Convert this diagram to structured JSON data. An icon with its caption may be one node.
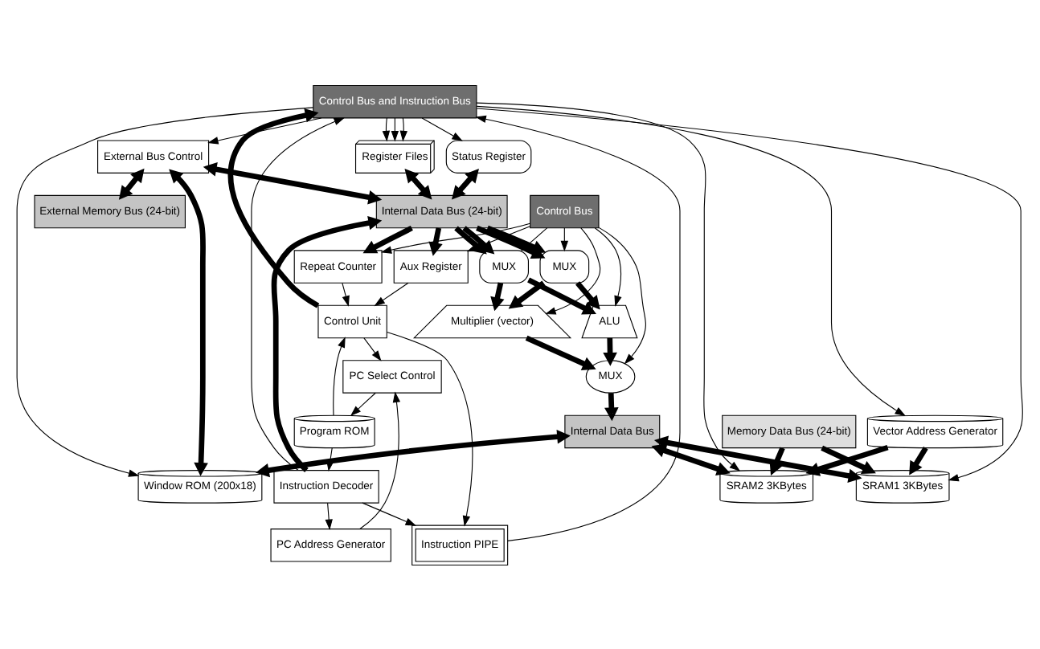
{
  "diagram": {
    "nodes": [
      {
        "text": [
          "External Memory Bus (24-bit)"
        ]
      },
      {
        "text": [
          "Control Bus and Instruction Bus"
        ]
      },
      {
        "text": [
          "Program ROM"
        ]
      },
      {
        "text": [
          "Control Unit"
        ]
      },
      {
        "text": [
          "Register Files"
        ]
      },
      {
        "text": [
          "Status Register"
        ]
      },
      {
        "text": [
          "External Bus Control"
        ]
      },
      {
        "text": [
          "Window ROM (200x18)"
        ]
      },
      {
        "text": [
          "Internal Data Bus (24-bit)"
        ]
      },
      {
        "text": [
          "PC Select Control"
        ]
      },
      {
        "text": [
          "Instruction PIPE"
        ]
      },
      {
        "text": [
          "MUX"
        ]
      },
      {
        "text": [
          "Multiplier (vector)"
        ]
      },
      {
        "text": [
          "MUX"
        ]
      },
      {
        "text": [
          "Internal Data Bus"
        ]
      },
      {
        "text": [
          "Memory Data Bus (24-bit)"
        ]
      },
      {
        "text": [
          "SRAM2 3KBytes"
        ]
      },
      {
        "text": [
          "Vector Address Generator"
        ]
      },
      {
        "text": [
          "PC Address Generator"
        ]
      },
      {
        "text": [
          "Instruction Decoder"
        ]
      },
      {
        "text": [
          "MUX"
        ]
      },
      {
        "text": [
          "ALU"
        ]
      },
      {
        "text": [
          "SRAM1 3KBytes"
        ]
      },
      {
        "text": [
          "Aux Register"
        ]
      },
      {
        "text": [
          "Repeat Counter"
        ]
      },
      {
        "text": [
          "Control Bus"
        ]
      }
    ],
    "edges": [
      {
        "from": 3,
        "to": 1,
        "arrow": "to",
        "style": "thick"
      },
      {
        "from": 2,
        "to": 3,
        "arrow": "to"
      },
      {
        "from": 2,
        "to": 19,
        "arrow": "to"
      },
      {
        "from": 3,
        "to": 9,
        "arrow": "to"
      },
      {
        "from": 3,
        "to": 10,
        "arrow": "to"
      },
      {
        "from": 9,
        "to": 2,
        "arrow": "to"
      },
      {
        "from": 18,
        "to": 9,
        "arrow": "to"
      },
      {
        "from": 19,
        "to": 18,
        "arrow": "to"
      },
      {
        "from": 19,
        "to": 10,
        "arrow": "to"
      },
      {
        "from": 23,
        "to": 3,
        "arrow": "to"
      },
      {
        "from": 24,
        "to": 3,
        "arrow": "to"
      },
      {
        "from": 10,
        "to": 1,
        "arrow": "to"
      },
      {
        "from": 19,
        "to": 1,
        "arrow": "to"
      },
      {
        "from": 19,
        "to": 8,
        "arrow": "to",
        "style": "thick"
      },
      {
        "from": 8,
        "to": 23,
        "arrow": "to",
        "style": "thick"
      },
      {
        "from": 8,
        "to": 24,
        "arrow": "to",
        "style": "thick"
      },
      {
        "from": 25,
        "to": 23,
        "arrow": "to"
      },
      {
        "from": 25,
        "to": 24,
        "arrow": "to"
      },
      {
        "from": 1,
        "to": 4,
        "arrow": "to"
      },
      {
        "from": 1,
        "to": 4,
        "arrow": "to"
      },
      {
        "from": 1,
        "to": 4,
        "arrow": "to"
      },
      {
        "from": 1,
        "to": 5,
        "arrow": "to"
      },
      {
        "from": 1,
        "to": 6,
        "arrow": "to"
      },
      {
        "from": 6,
        "to": 0,
        "arrow": "both",
        "style": "thick"
      },
      {
        "from": 4,
        "to": 8,
        "arrow": "both",
        "style": "thick"
      },
      {
        "from": 5,
        "to": 8,
        "arrow": "both",
        "style": "thick"
      },
      {
        "from": 6,
        "to": 8,
        "arrow": "both",
        "style": "thick"
      },
      {
        "from": 6,
        "to": 7,
        "arrow": "both",
        "style": "thick"
      },
      {
        "from": 14,
        "to": 7,
        "arrow": "both",
        "style": "thick"
      },
      {
        "from": 14,
        "to": 16,
        "arrow": "both",
        "style": "thick"
      },
      {
        "from": 14,
        "to": 22,
        "arrow": "both",
        "style": "thick"
      },
      {
        "from": 15,
        "to": 16,
        "arrow": "to",
        "style": "thick"
      },
      {
        "from": 15,
        "to": 22,
        "arrow": "to",
        "style": "thick"
      },
      {
        "from": 1,
        "to": 7,
        "arrow": "to"
      },
      {
        "from": 1,
        "to": 16,
        "arrow": "to"
      },
      {
        "from": 1,
        "to": 17,
        "arrow": "to"
      },
      {
        "from": 1,
        "to": 22,
        "arrow": "to"
      },
      {
        "from": 17,
        "to": 16,
        "arrow": "to",
        "style": "thick"
      },
      {
        "from": 17,
        "to": 22,
        "arrow": "to",
        "style": "thick"
      },
      {
        "from": 8,
        "to": 11,
        "arrow": "to",
        "style": "thick"
      },
      {
        "from": 8,
        "to": 11,
        "arrow": "to",
        "style": "thick"
      },
      {
        "from": 8,
        "to": 20,
        "arrow": "to",
        "style": "thick"
      },
      {
        "from": 8,
        "to": 20,
        "arrow": "to",
        "style": "thick"
      },
      {
        "from": 11,
        "to": 12,
        "arrow": "to",
        "style": "thick"
      },
      {
        "from": 11,
        "to": 21,
        "arrow": "to",
        "style": "thick"
      },
      {
        "from": 20,
        "to": 12,
        "arrow": "to",
        "style": "thick"
      },
      {
        "from": 20,
        "to": 21,
        "arrow": "to",
        "style": "thick"
      },
      {
        "from": 12,
        "to": 13,
        "arrow": "to",
        "style": "thick"
      },
      {
        "from": 21,
        "to": 13,
        "arrow": "to",
        "style": "thick"
      },
      {
        "from": 13,
        "to": 14,
        "arrow": "to",
        "style": "thick"
      },
      {
        "from": 25,
        "to": 11,
        "arrow": "to"
      },
      {
        "from": 25,
        "to": 20,
        "arrow": "to"
      },
      {
        "from": 25,
        "to": 12,
        "arrow": "to"
      },
      {
        "from": 25,
        "to": 21,
        "arrow": "to"
      },
      {
        "from": 25,
        "to": 13,
        "arrow": "to"
      }
    ]
  }
}
